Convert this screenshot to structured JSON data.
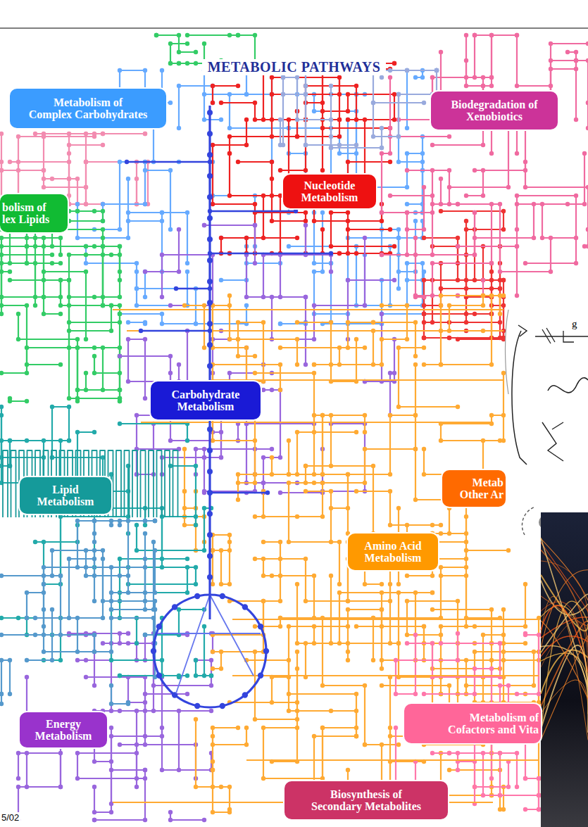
{
  "diagram": {
    "title": "METABOLIC PATHWAYS",
    "nodes": [
      {
        "text": [
          "Metabolism of Complex Carbohydrates"
        ]
      },
      {
        "text": [
          "Biodegradation of Xenobiotics"
        ]
      },
      {
        "text": [
          "Nucleotide Metabolism"
        ]
      },
      {
        "text": [
          "bolism of lex Lipids"
        ]
      },
      {
        "text": [
          "Carbohydrate Metabolism"
        ]
      },
      {
        "text": [
          "Metab Other Ar"
        ]
      },
      {
        "text": [
          "Lipid Metabolism"
        ]
      },
      {
        "text": [
          "Amino Acid Metabolism"
        ]
      },
      {
        "text": [
          "Metabolism of Cofactors and Vita"
        ]
      },
      {
        "text": [
          "Energy Metabolism"
        ]
      },
      {
        "text": [
          "Biosynthesis of Secondary Metabolites"
        ]
      }
    ],
    "labels": [
      "5/02",
      "g"
    ]
  }
}
